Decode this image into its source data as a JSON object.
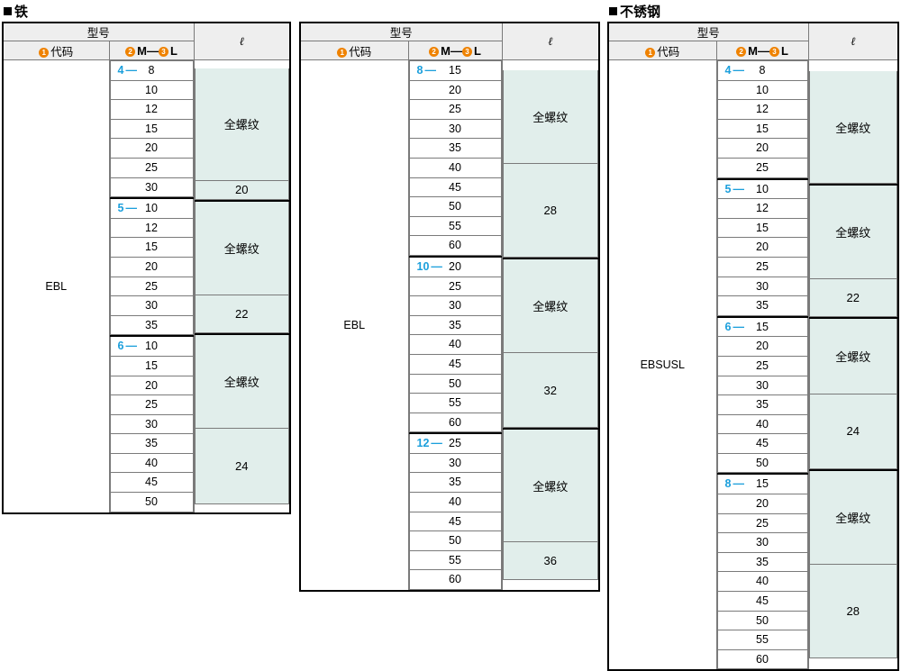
{
  "sections": [
    {
      "id": "iron",
      "title": "铁",
      "marker": "■"
    },
    {
      "id": "stainless",
      "title": "不锈钢",
      "marker": "■"
    }
  ],
  "header": {
    "model_no": "型号",
    "code_badge": "1",
    "code_label": "代码",
    "thread_badge_a": "2",
    "thread_badge_b": "3",
    "thread_text_m": "M",
    "thread_text_dash": "—",
    "thread_text_l": "L",
    "length_symbol": "ℓ"
  },
  "labels": {
    "full_thread": "全螺纹"
  },
  "tables": [
    {
      "name": "table-iron-1",
      "code": "EBL",
      "groups": [
        {
          "prefix": "4",
          "values": [
            "8",
            "10",
            "12",
            "15",
            "20",
            "25",
            "30"
          ],
          "l_spans": [
            {
              "text": "全螺纹",
              "rows": 6
            },
            {
              "text": "20",
              "rows": 1
            }
          ]
        },
        {
          "prefix": "5",
          "values": [
            "10",
            "12",
            "15",
            "20",
            "25",
            "30",
            "35"
          ],
          "l_spans": [
            {
              "text": "全螺纹",
              "rows": 5
            },
            {
              "text": "22",
              "rows": 2
            }
          ]
        },
        {
          "prefix": "6",
          "values": [
            "10",
            "15",
            "20",
            "25",
            "30",
            "35",
            "40",
            "45",
            "50"
          ],
          "l_spans": [
            {
              "text": "全螺纹",
              "rows": 5
            },
            {
              "text": "24",
              "rows": 4
            }
          ]
        }
      ]
    },
    {
      "name": "table-iron-2",
      "code": "EBL",
      "groups": [
        {
          "prefix": "8",
          "values": [
            "15",
            "20",
            "25",
            "30",
            "35",
            "40",
            "45",
            "50",
            "55",
            "60"
          ],
          "l_spans": [
            {
              "text": "全螺纹",
              "rows": 5
            },
            {
              "text": "28",
              "rows": 5
            }
          ]
        },
        {
          "prefix": "10",
          "values": [
            "20",
            "25",
            "30",
            "35",
            "40",
            "45",
            "50",
            "55",
            "60"
          ],
          "l_spans": [
            {
              "text": "全螺纹",
              "rows": 5
            },
            {
              "text": "32",
              "rows": 4
            }
          ]
        },
        {
          "prefix": "12",
          "values": [
            "25",
            "30",
            "35",
            "40",
            "45",
            "50",
            "55",
            "60"
          ],
          "l_spans": [
            {
              "text": "全螺纹",
              "rows": 6
            },
            {
              "text": "36",
              "rows": 2
            }
          ]
        }
      ]
    },
    {
      "name": "table-stainless",
      "code": "EBSUSL",
      "groups": [
        {
          "prefix": "4",
          "values": [
            "8",
            "10",
            "12",
            "15",
            "20",
            "25"
          ],
          "l_spans": [
            {
              "text": "全螺纹",
              "rows": 6
            }
          ]
        },
        {
          "prefix": "5",
          "values": [
            "10",
            "12",
            "15",
            "20",
            "25",
            "30",
            "35"
          ],
          "l_spans": [
            {
              "text": "全螺纹",
              "rows": 5
            },
            {
              "text": "22",
              "rows": 2
            }
          ]
        },
        {
          "prefix": "6",
          "values": [
            "15",
            "20",
            "25",
            "30",
            "35",
            "40",
            "45",
            "50"
          ],
          "l_spans": [
            {
              "text": "全螺纹",
              "rows": 4
            },
            {
              "text": "24",
              "rows": 4
            }
          ]
        },
        {
          "prefix": "8",
          "values": [
            "15",
            "20",
            "25",
            "30",
            "35",
            "40",
            "45",
            "50",
            "55",
            "60"
          ],
          "l_spans": [
            {
              "text": "全螺纹",
              "rows": 5
            },
            {
              "text": "28",
              "rows": 5
            }
          ]
        }
      ]
    }
  ],
  "colors": {
    "accent_blue": "#1b9fdc",
    "badge_orange": "#ef8200",
    "l_cell_bg": "#e1eeeb",
    "header_bg": "#eeeeee"
  }
}
